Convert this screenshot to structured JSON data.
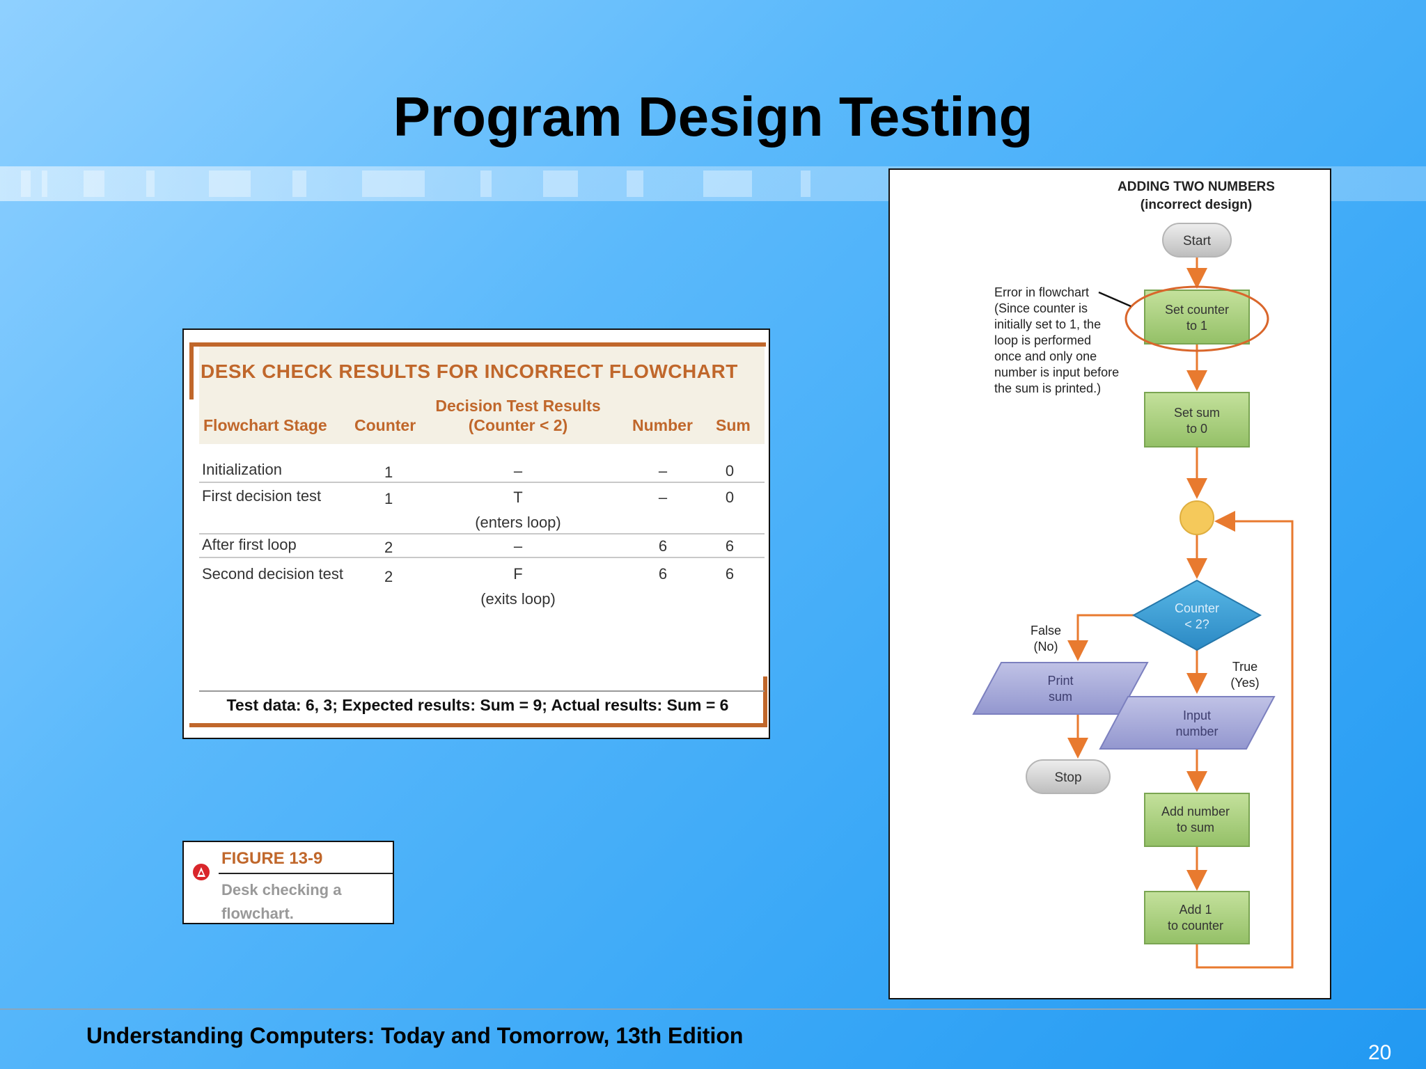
{
  "slide": {
    "title": "Program Design Testing",
    "footer": "Understanding Computers: Today and Tomorrow, 13th Edition",
    "page_number": "20"
  },
  "desk_check": {
    "title": "DESK CHECK RESULTS FOR INCORRECT FLOWCHART",
    "columns": {
      "stage": "Flowchart Stage",
      "counter": "Counter",
      "decision_line1": "Decision Test Results",
      "decision_line2": "(Counter < 2)",
      "number": "Number",
      "sum": "Sum"
    },
    "rows": [
      {
        "stage": "Initialization",
        "counter": "1",
        "decision": "–",
        "decision_note": "",
        "number": "–",
        "sum": "0"
      },
      {
        "stage": "First decision test",
        "counter": "1",
        "decision": "T",
        "decision_note": "(enters loop)",
        "number": "–",
        "sum": "0"
      },
      {
        "stage": "After first loop",
        "counter": "2",
        "decision": "–",
        "decision_note": "",
        "number": "6",
        "sum": "6"
      },
      {
        "stage": "Second decision test",
        "counter": "2",
        "decision": "F",
        "decision_note": "(exits loop)",
        "number": "6",
        "sum": "6"
      }
    ],
    "footer": "Test data: 6, 3; Expected results: Sum = 9; Actual results: Sum = 6"
  },
  "figure": {
    "number": "FIGURE 13-9",
    "description": "Desk checking a flowchart."
  },
  "flowchart": {
    "title_line1": "ADDING TWO NUMBERS",
    "title_line2": "(incorrect design)",
    "nodes": {
      "start": "Start",
      "set_counter_1": "Set counter",
      "set_counter_2": "to 1",
      "set_sum_1": "Set sum",
      "set_sum_2": "to 0",
      "decision_1": "Counter",
      "decision_2": "< 2?",
      "print_1": "Print",
      "print_2": "sum",
      "input_1": "Input",
      "input_2": "number",
      "stop": "Stop",
      "add_number_1": "Add number",
      "add_number_2": "to sum",
      "add_counter_1": "Add 1",
      "add_counter_2": "to counter"
    },
    "labels": {
      "false_1": "False",
      "false_2": "(No)",
      "true_1": "True",
      "true_2": "(Yes)"
    },
    "annotation": [
      "Error in flowchart",
      "(Since counter is",
      "initially set to 1, the",
      "loop is performed",
      "once and only one",
      "number is input before",
      "the sum is printed.)"
    ],
    "colors": {
      "arrow": "#e87a2f",
      "process_green": "#a9cf7f",
      "decision_blue": "#3d9fd4",
      "io_purple": "#a8abd8",
      "terminal_gray": "#d4d4d4",
      "connector_yellow": "#f5c95b"
    }
  }
}
